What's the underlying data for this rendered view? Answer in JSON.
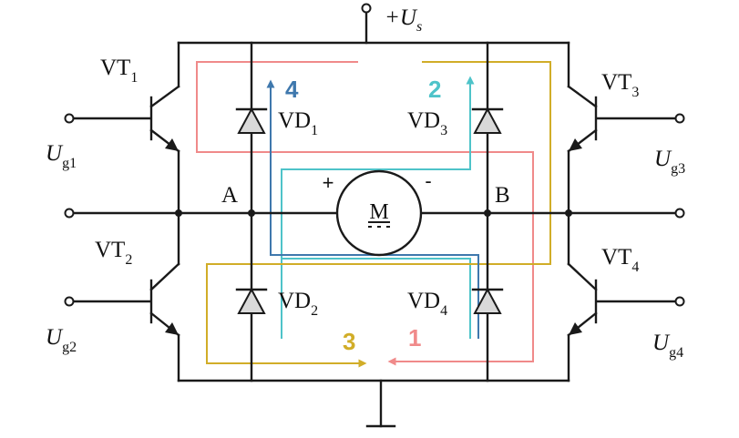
{
  "supply": {
    "label": "+U",
    "sub": "s"
  },
  "nodes": {
    "a": "A",
    "b": "B"
  },
  "motor": {
    "letter": "M",
    "plus": "+",
    "minus": "-"
  },
  "transistors": [
    {
      "label": "VT",
      "sub": "1"
    },
    {
      "label": "VT",
      "sub": "2"
    },
    {
      "label": "VT",
      "sub": "3"
    },
    {
      "label": "VT",
      "sub": "4"
    }
  ],
  "diodes": [
    {
      "label": "VD",
      "sub": "1"
    },
    {
      "label": "VD",
      "sub": "2"
    },
    {
      "label": "VD",
      "sub": "3"
    },
    {
      "label": "VD",
      "sub": "4"
    }
  ],
  "gates": [
    {
      "label": "U",
      "sub": "g1"
    },
    {
      "label": "U",
      "sub": "g2"
    },
    {
      "label": "U",
      "sub": "g3"
    },
    {
      "label": "U",
      "sub": "g4"
    }
  ],
  "paths": [
    {
      "number": "1",
      "color": "#f08a8a"
    },
    {
      "number": "2",
      "color": "#4ec3c9"
    },
    {
      "number": "3",
      "color": "#d1ad28"
    },
    {
      "number": "4",
      "color": "#3f78ad"
    }
  ]
}
